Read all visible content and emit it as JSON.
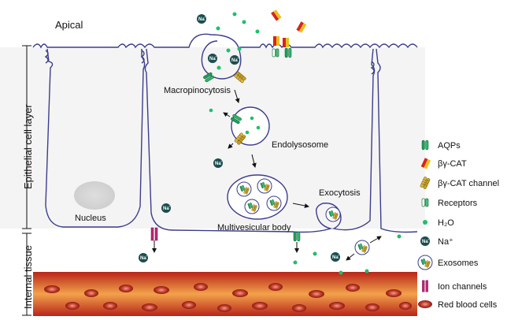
{
  "labels": {
    "apical": "Apical",
    "epithelial_layer": "Epithelial cell layer",
    "internal_tissue": "Internal tissue",
    "nucleus": "Nucleus",
    "macropinocytosis": "Macropinocytosis",
    "endolysosome": "Endolysosome",
    "multivesicular_body": "Multivesicular body",
    "exocytosis": "Exocytosis",
    "na_ion": "Na⁺"
  },
  "legend": {
    "items": [
      {
        "icon": "aqp-icon",
        "label": "AQPs"
      },
      {
        "icon": "bgamma-cat-icon",
        "label": "βγ-CAT"
      },
      {
        "icon": "bgamma-cat-channel-icon",
        "label": "βγ-CAT channel"
      },
      {
        "icon": "receptor-icon",
        "label": "Receptors"
      },
      {
        "icon": "water-icon",
        "label": "H₂O"
      },
      {
        "icon": "sodium-ion-icon",
        "label": "Na⁺"
      },
      {
        "icon": "exosome-icon",
        "label": "Exosomes"
      },
      {
        "icon": "ion-channel-icon",
        "label": "Ion channels"
      },
      {
        "icon": "red-blood-cell-icon",
        "label": "Red blood cells"
      }
    ]
  },
  "colors": {
    "membrane": "#3b3d8c",
    "aqp": "#1f9e5a",
    "bgamma_cat_red": "#d9241c",
    "bgamma_cat_yellow": "#e8c21c",
    "channel": "#c9a21e",
    "water": "#1fbf6a",
    "sodium": "#1c4d4f",
    "ion_channel": "#c2257a",
    "rbc": "#c0392b",
    "blood_band": "#e0603a"
  }
}
